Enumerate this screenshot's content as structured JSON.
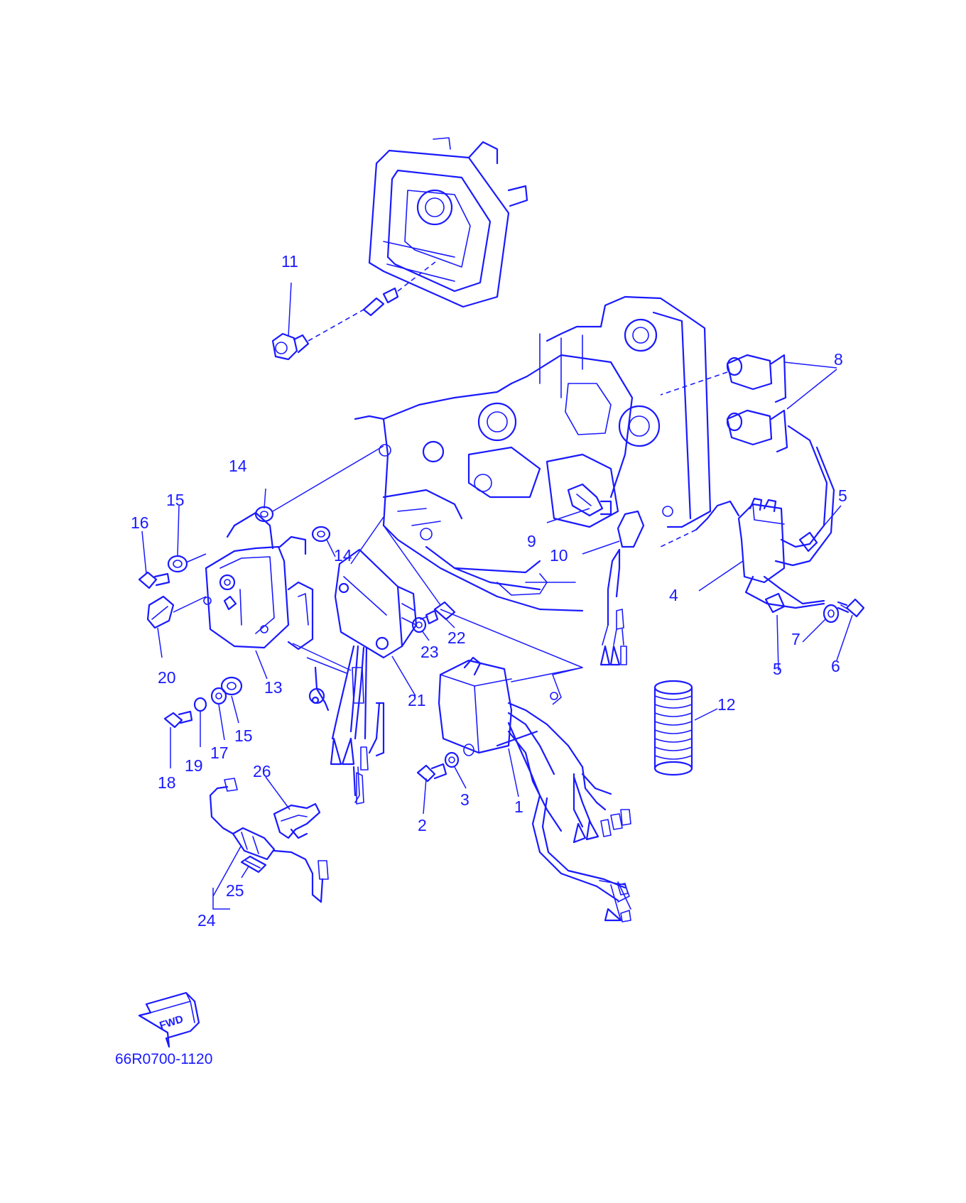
{
  "diagram": {
    "code": "66R0700-1120",
    "fwd_label": "FWD",
    "accent_color": "#1a1aff",
    "labels": [
      "1",
      "2",
      "3",
      "4",
      "5",
      "5",
      "6",
      "7",
      "8",
      "9",
      "10",
      "11",
      "12",
      "13",
      "14",
      "14",
      "15",
      "15",
      "16",
      "17",
      "18",
      "19",
      "20",
      "21",
      "22",
      "23",
      "24",
      "25",
      "26"
    ]
  }
}
